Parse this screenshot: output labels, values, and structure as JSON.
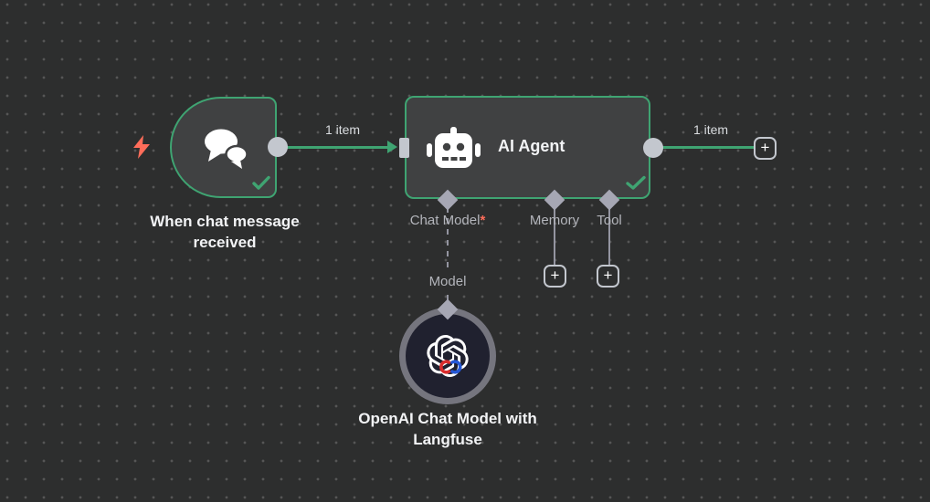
{
  "canvas": {
    "background": "#2d2e2e",
    "dot_color": "#565656"
  },
  "colors": {
    "accent_green": "#3fa472",
    "connector_gray": "#c3c7ce",
    "diamond_gray": "#a6a7b4",
    "wire_gray": "#9495a1",
    "trigger_bolt_red": "#ff6d5a",
    "required_red": "#ff6d5a",
    "node_fill": "#404142",
    "openai_node_fill": "#20212f",
    "openai_ring_gray": "#75757e",
    "text_primary": "#f2f3f5",
    "text_secondary": "#b3b5bb"
  },
  "nodes": {
    "trigger": {
      "label": "When chat message received",
      "status": "success"
    },
    "agent": {
      "title": "AI Agent",
      "status": "success",
      "ports": [
        {
          "label": "Chat Model",
          "required_marker": "*"
        },
        {
          "label": "Memory"
        },
        {
          "label": "Tool"
        }
      ]
    },
    "openai": {
      "label": "OpenAI Chat Model with Langfuse"
    }
  },
  "connections": {
    "trigger_to_agent": {
      "label": "1 item"
    },
    "agent_output": {
      "label": "1 item"
    },
    "model_wire": {
      "label": "Model"
    }
  },
  "ui": {
    "plus": "+"
  }
}
